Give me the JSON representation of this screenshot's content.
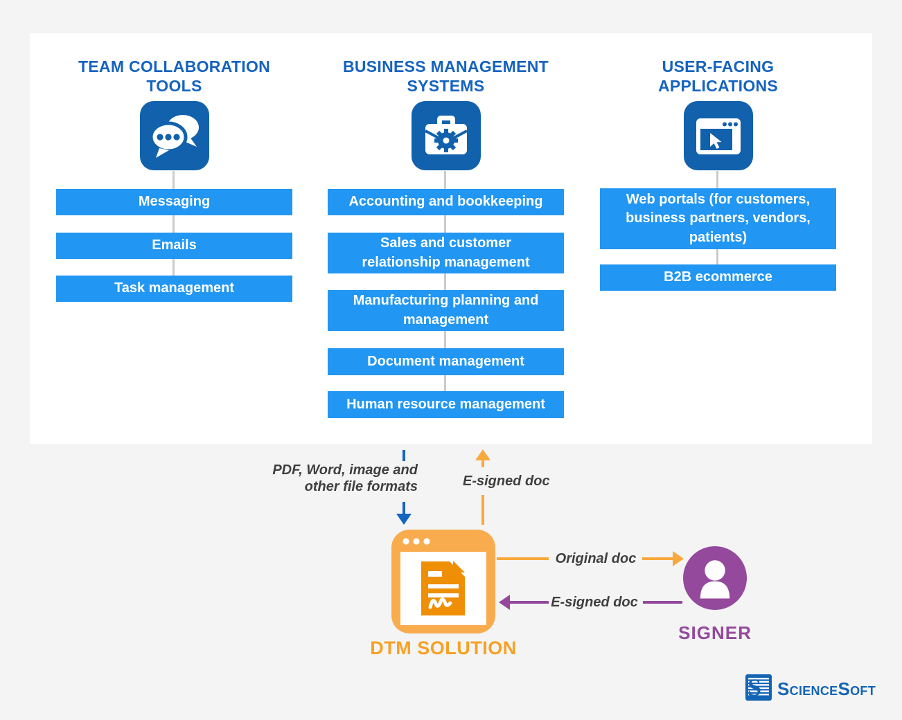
{
  "colors": {
    "background": "#F4F4F4",
    "panel": "#FFFFFF",
    "bar_blue": "#2196F3",
    "icon_dark_blue": "#1161AC",
    "title_blue": "#1563C0",
    "arrow_blue": "#1565C0",
    "orange": "#F9A83C",
    "orange_icon": "#F8AC4E",
    "orange_deep": "#EE8F05",
    "dtm_text_orange": "#F7A124",
    "purple": "#94499C",
    "label_gray": "#3F3F3F",
    "logo_blue": "#1464B4"
  },
  "panel": {
    "columns": [
      {
        "title": "TEAM COLLABORATION\nTOOLS",
        "icon": "chat-bubbles-icon",
        "items": [
          "Messaging",
          "Emails",
          "Task management"
        ]
      },
      {
        "title": "BUSINESS MANAGEMENT\nSYSTEMS",
        "icon": "briefcase-gear-icon",
        "items": [
          "Accounting and bookkeeping",
          "Sales and customer relationship management",
          "Manufacturing planning and management",
          "Document management",
          "Human resource management"
        ]
      },
      {
        "title": "USER-FACING\nAPPLICATIONS",
        "icon": "browser-cursor-icon",
        "items": [
          "Web portals (for customers, business partners, vendors, patients)",
          "B2B ecommerce"
        ]
      }
    ]
  },
  "flows": {
    "to_dtm_label": "PDF, Word, image and\nother file formats",
    "from_dtm_label": "E-signed doc",
    "to_signer_label": "Original doc",
    "from_signer_label": "E-signed doc"
  },
  "dtm": {
    "label": "DTM SOLUTION"
  },
  "signer": {
    "label": "SIGNER"
  },
  "branding": {
    "name": "ScienceSoft"
  }
}
